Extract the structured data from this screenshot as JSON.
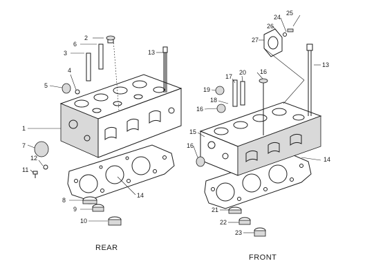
{
  "views": {
    "rear": {
      "caption": "REAR"
    },
    "front": {
      "caption": "FRONT"
    }
  },
  "callouts": {
    "rear": [
      "2",
      "6",
      "3",
      "4",
      "5",
      "1",
      "7",
      "12",
      "11",
      "13",
      "14",
      "8",
      "9",
      "10"
    ],
    "front": [
      "25",
      "24",
      "26",
      "27",
      "17",
      "20",
      "16",
      "19",
      "18",
      "16",
      "13",
      "15",
      "16",
      "14",
      "21",
      "22",
      "23"
    ]
  }
}
